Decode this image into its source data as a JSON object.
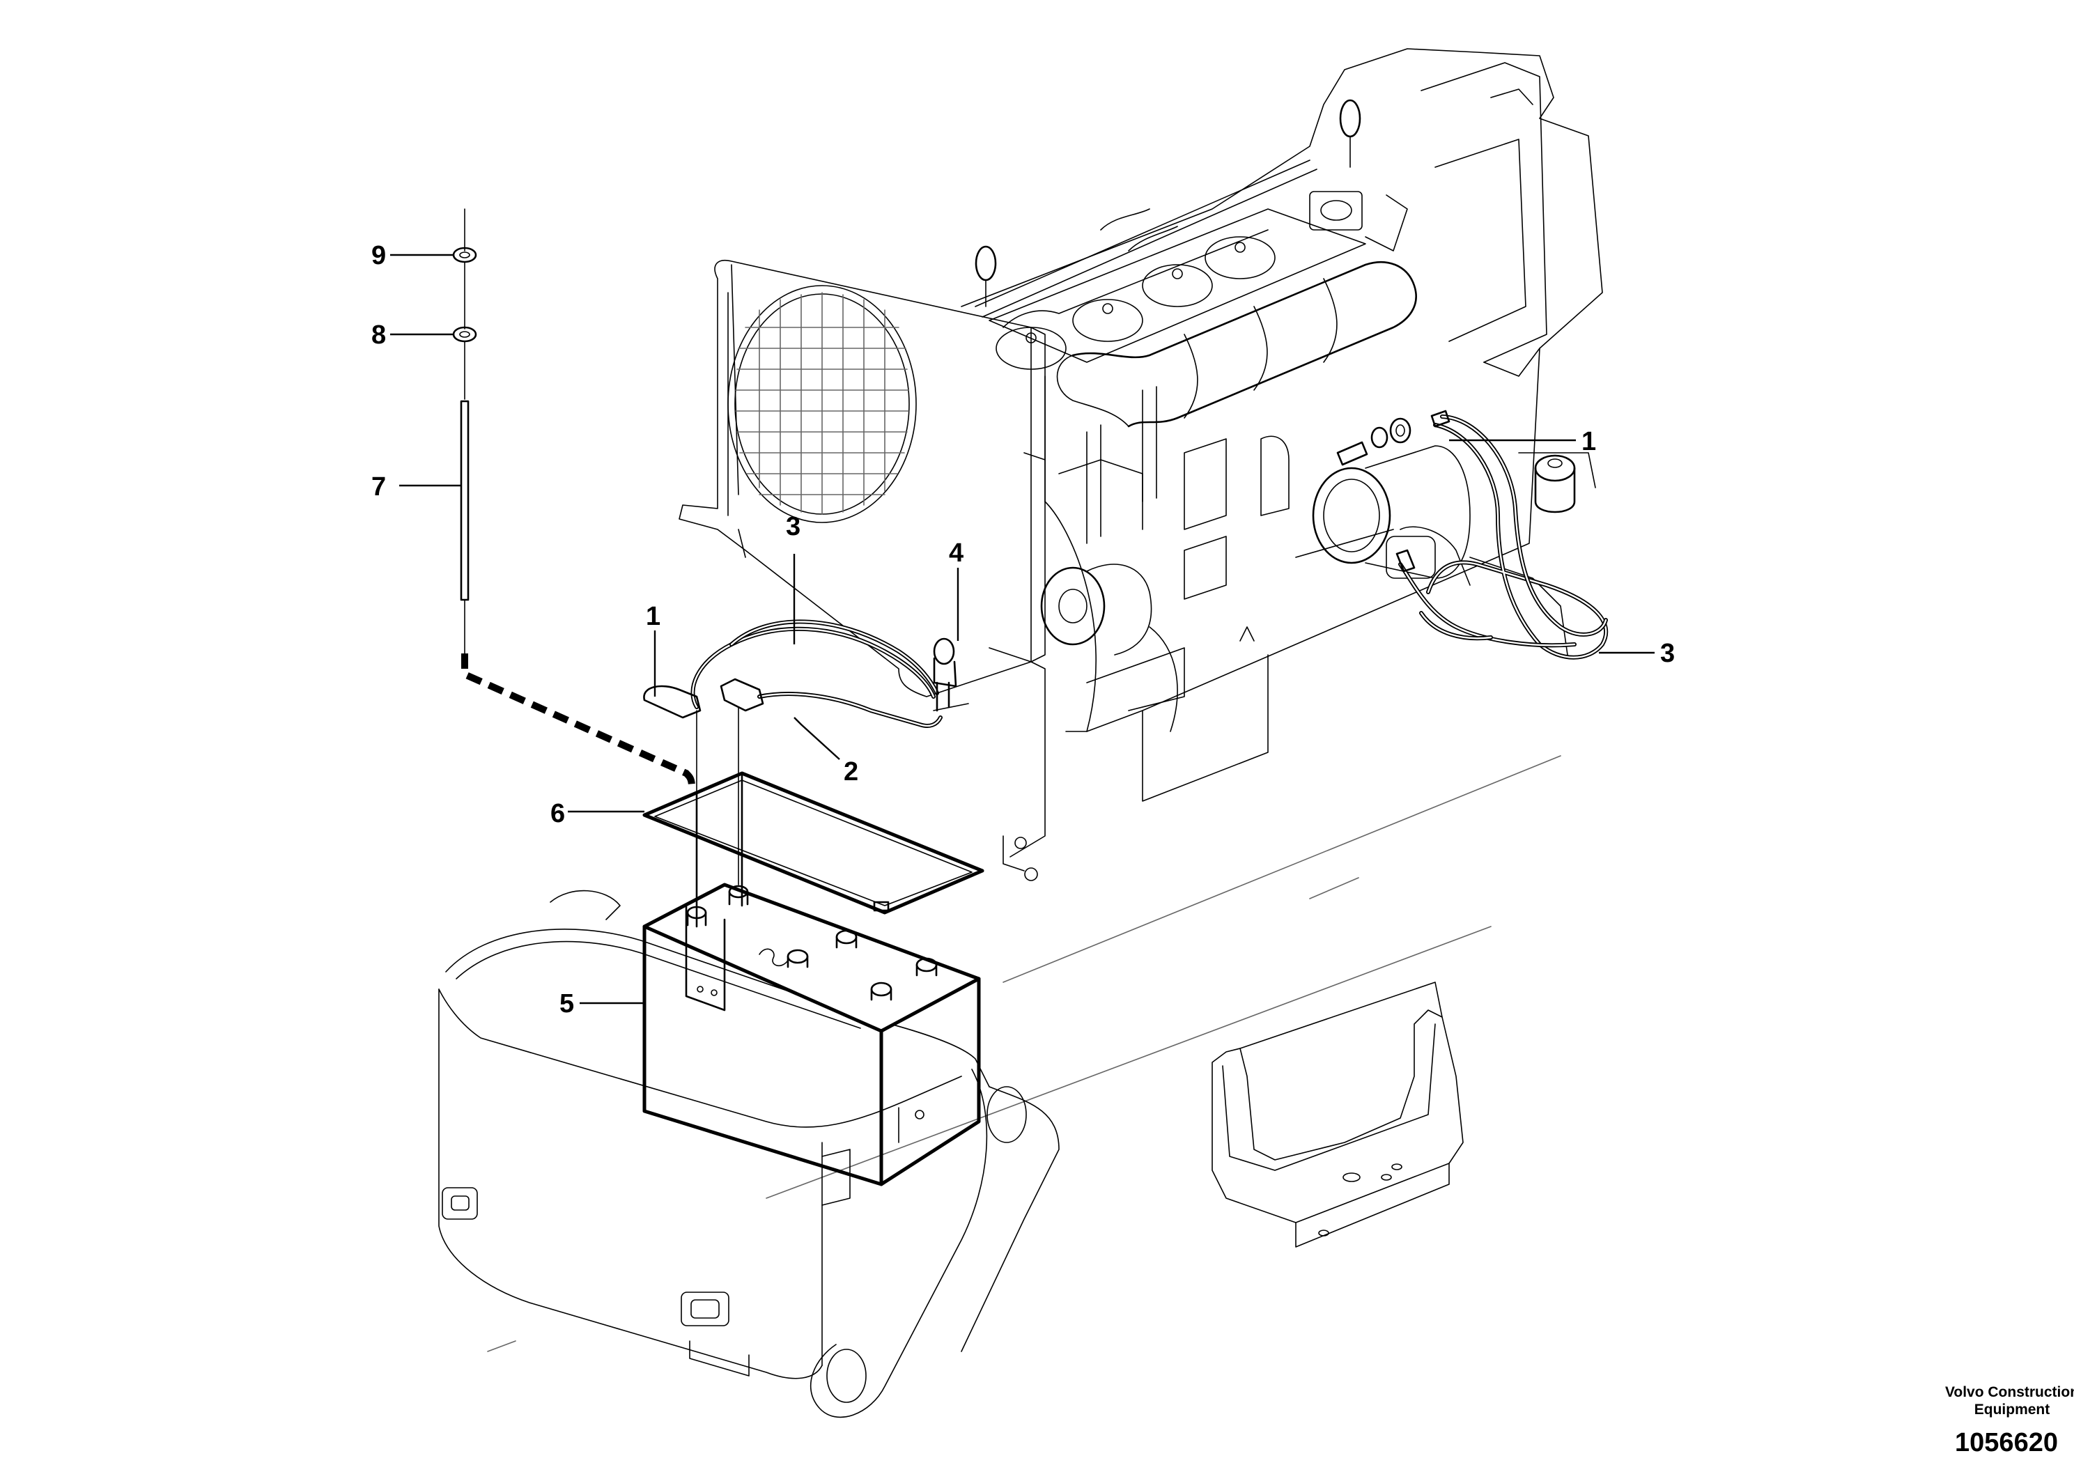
{
  "callouts": [
    {
      "id": "9",
      "label": "9"
    },
    {
      "id": "8",
      "label": "8"
    },
    {
      "id": "7",
      "label": "7"
    },
    {
      "id": "3a",
      "label": "3"
    },
    {
      "id": "4",
      "label": "4"
    },
    {
      "id": "1a",
      "label": "1"
    },
    {
      "id": "2",
      "label": "2"
    },
    {
      "id": "6",
      "label": "6"
    },
    {
      "id": "5",
      "label": "5"
    },
    {
      "id": "1b",
      "label": "1"
    },
    {
      "id": "3b",
      "label": "3"
    }
  ],
  "footer": {
    "brand_line1": "Volvo Construction",
    "brand_line2": "Equipment",
    "doc_number": "1056620"
  }
}
